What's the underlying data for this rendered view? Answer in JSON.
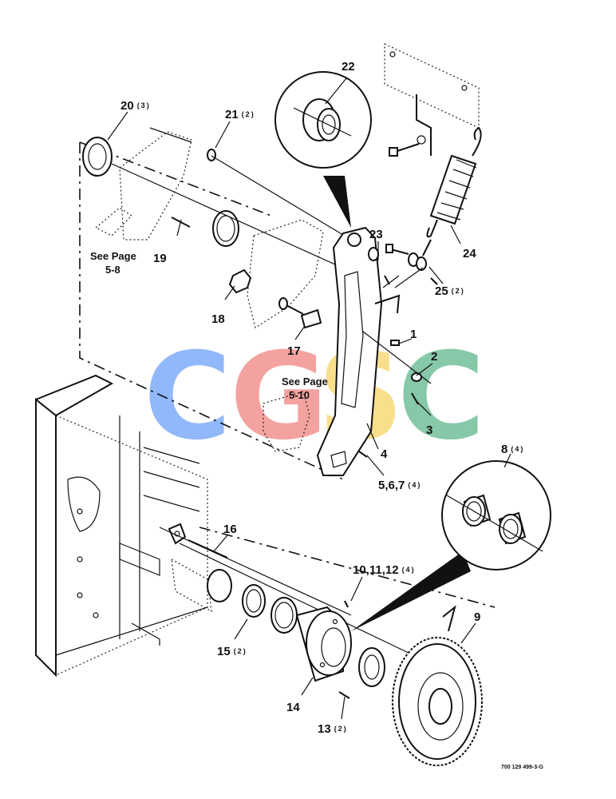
{
  "callouts": [
    {
      "id": "c1",
      "number": "1",
      "qty": ""
    },
    {
      "id": "c2",
      "number": "2",
      "qty": ""
    },
    {
      "id": "c3",
      "number": "3",
      "qty": ""
    },
    {
      "id": "c4",
      "number": "4",
      "qty": ""
    },
    {
      "id": "c5",
      "number": "5,6,7",
      "qty": "(4)"
    },
    {
      "id": "c8",
      "number": "8",
      "qty": "(4)"
    },
    {
      "id": "c9",
      "number": "9",
      "qty": ""
    },
    {
      "id": "c10",
      "number": "10,11,12",
      "qty": "(4)"
    },
    {
      "id": "c13",
      "number": "13",
      "qty": "(2)"
    },
    {
      "id": "c14",
      "number": "14",
      "qty": ""
    },
    {
      "id": "c15",
      "number": "15",
      "qty": "(2)"
    },
    {
      "id": "c16",
      "number": "16",
      "qty": ""
    },
    {
      "id": "c17",
      "number": "17",
      "qty": ""
    },
    {
      "id": "c18",
      "number": "18",
      "qty": ""
    },
    {
      "id": "c19",
      "number": "19",
      "qty": ""
    },
    {
      "id": "c20",
      "number": "20",
      "qty": "(3)"
    },
    {
      "id": "c21",
      "number": "21",
      "qty": "(2)"
    },
    {
      "id": "c22",
      "number": "22",
      "qty": ""
    },
    {
      "id": "c23",
      "number": "23",
      "qty": ""
    },
    {
      "id": "c24",
      "number": "24",
      "qty": ""
    },
    {
      "id": "c25",
      "number": "25",
      "qty": "(2)"
    }
  ],
  "references": [
    {
      "line1": "See Page",
      "line2": "5-8"
    },
    {
      "line1": "See Page",
      "line2": "5-10"
    }
  ],
  "drawing_code": "700 129 499-3-G",
  "watermark": {
    "letters": [
      "C",
      "G",
      "S",
      "C"
    ],
    "colors": [
      "#4f8ef7",
      "#ee6a66",
      "#f6cd45",
      "#3ea876"
    ]
  }
}
